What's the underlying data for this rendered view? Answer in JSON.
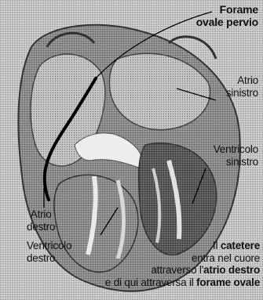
{
  "labels": {
    "forame_title_line1": "Forame",
    "forame_title_line2": "ovale pervio",
    "atrio_sinistro_line1": "Atrio",
    "atrio_sinistro_line2": "sinistro",
    "ventricolo_sinistro_line1": "Ventricolo",
    "ventricolo_sinistro_line2": "sinistro",
    "atrio_destro_line1": "Atrio",
    "atrio_destro_line2": "destro",
    "ventricolo_destro_line1": "Ventricolo",
    "ventricolo_destro_line2": "destro"
  },
  "caption": {
    "l1_a": "Il ",
    "l1_b": "catetere",
    "l2": "entra nel cuore",
    "l3_a": "attraverso l'",
    "l3_b": "atrio destro",
    "l4_a": "e di qui attraversa il ",
    "l4_b": "forame ovale"
  },
  "colors": {
    "catheter": "#000000",
    "heart_fill": "#a9a9a9",
    "chamber": "#8e8e8e",
    "white_band": "#f2f2f2"
  }
}
